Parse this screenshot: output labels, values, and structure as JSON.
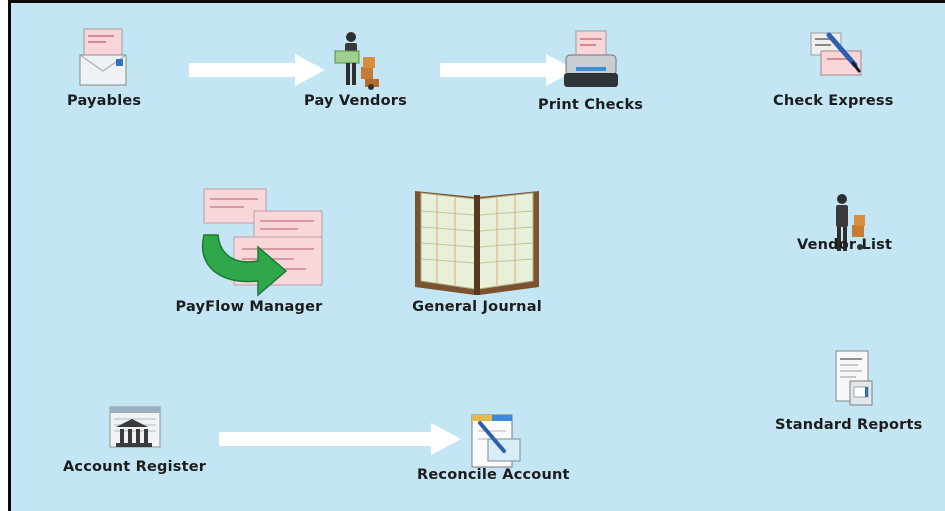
{
  "nodes": {
    "payables": {
      "label": "Payables",
      "icon": "payables-icon"
    },
    "pay_vendors": {
      "label": "Pay Vendors",
      "icon": "pay-vendors-icon"
    },
    "print_checks": {
      "label": "Print Checks",
      "icon": "printer-icon"
    },
    "check_express": {
      "label": "Check Express",
      "icon": "check-express-icon"
    },
    "payflow_manager": {
      "label": "PayFlow Manager",
      "icon": "payflow-manager-icon"
    },
    "general_journal": {
      "label": "General Journal",
      "icon": "journal-book-icon"
    },
    "vendor_list": {
      "label": "Vendor List",
      "icon": "vendor-list-icon"
    },
    "account_register": {
      "label": "Account Register",
      "icon": "bank-register-icon"
    },
    "reconcile_account": {
      "label": "Reconcile Account",
      "icon": "reconcile-icon"
    },
    "standard_reports": {
      "label": "Standard Reports",
      "icon": "reports-icon"
    }
  },
  "colors": {
    "background": "#c3e5f4",
    "arrow": "#ffffff",
    "check_pink": "#f6d2d6",
    "green_arrow": "#2eaa4a"
  }
}
